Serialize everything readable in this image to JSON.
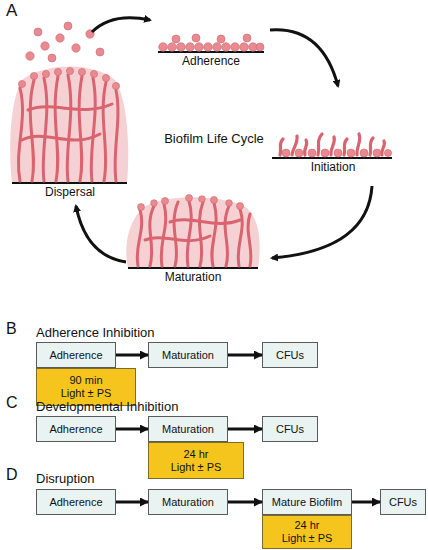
{
  "diagram": {
    "nodes": [
      {
        "text": [
          "Adherence"
        ]
      },
      {
        "text": [
          "Maturation"
        ]
      },
      {
        "text": [
          "CFUs"
        ]
      },
      {
        "text": [
          "90 min",
          "Light ± PS"
        ]
      },
      {
        "text": [
          "Adherence"
        ]
      },
      {
        "text": [
          "Maturation"
        ]
      },
      {
        "text": [
          "CFUs"
        ]
      },
      {
        "text": [
          "24 hr",
          "Light ± PS"
        ]
      },
      {
        "text": [
          "Adherence"
        ]
      },
      {
        "text": [
          "Maturation"
        ]
      },
      {
        "text": [
          "Mature Biofilm"
        ]
      },
      {
        "text": [
          "CFUs"
        ]
      },
      {
        "text": [
          "24 hr",
          "Light ± PS"
        ]
      }
    ],
    "edges": [
      {
        "from": 0,
        "to": 1,
        "arrow": "to"
      },
      {
        "from": 1,
        "to": 2,
        "arrow": "to"
      },
      {
        "from": 4,
        "to": 5,
        "arrow": "to"
      },
      {
        "from": 5,
        "to": 6,
        "arrow": "to"
      },
      {
        "from": 8,
        "to": 9,
        "arrow": "to"
      },
      {
        "from": 9,
        "to": 10,
        "arrow": "to"
      },
      {
        "from": 10,
        "to": 11,
        "arrow": "to"
      }
    ],
    "labels": [
      "A",
      "Adherence",
      "Initiation",
      "Biofilm Life Cycle",
      "Maturation",
      "Dispersal",
      "B",
      "Adherence Inhibition",
      "C",
      "Developmental Inhibition",
      "D",
      "Disruption"
    ]
  }
}
